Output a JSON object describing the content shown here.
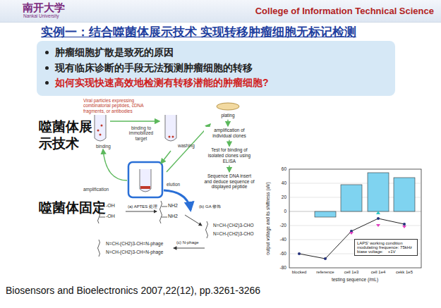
{
  "diagram": {
    "title": "实例一：结合噬菌体展示技术 实现转移肿瘤细胞无标记检测",
    "caption": "Biosensors and Bioelectronics 2007,22(12), pp.3261-3266",
    "nodes": [
      {
        "text": [
          "南开大学",
          "Nankai University",
          "College of Information Technical Science"
        ]
      },
      {
        "text": [
          "肿瘤细胞扩散是致死的原因",
          "现有临床诊断的手段无法预测肿瘤细胞的转移",
          "如何实现快速高效地检测有转移潜能的肿瘤细胞?"
        ]
      },
      {
        "text": [
          "plating"
        ]
      },
      {
        "text": [
          "amplification of individual clones"
        ]
      },
      {
        "text": [
          "Test for binding of isolated clones using ELISA"
        ]
      },
      {
        "text": [
          "Sequence DNA insert and deduce sequence of displayed peptide"
        ]
      },
      {
        "text": [
          "LAPS' working condition",
          "modulating frequence: 75kHz",
          "biase voltage:    +1V"
        ]
      }
    ],
    "edges": [
      {
        "from": 2,
        "to": 3,
        "arrow": "to"
      },
      {
        "from": 3,
        "to": 4,
        "arrow": "to"
      },
      {
        "from": 4,
        "to": 5,
        "arrow": "to"
      }
    ],
    "labels": [
      "噬菌体展示技术",
      "噬菌体固定",
      "Viral particles expressing combinatorial peptides, cDNA fragments, or antibodies",
      "binding",
      "washing",
      "binding to immobilized target",
      "amplification",
      "elution",
      "-OH",
      "-OH",
      "(a) APTES 处理",
      "NH2",
      "NH2",
      "(b) GA 修饰",
      "N=CH-(CH2)3-CH=N-phage",
      "N=CH-(CH2)3-CH=N-phage",
      "(c) N-phage",
      "N=CH-(CH2)3-CHO",
      "N=CH-(CH2)3-CHO",
      "60",
      "40",
      "20",
      "0",
      "-20",
      "-40",
      "-60",
      "-80",
      "output voltage and its shiftness (uV)",
      "blocked",
      "reference",
      "cell 1e3",
      "cell 1e4",
      "cekk 1e5",
      "testing sequence (/mL)"
    ]
  }
}
